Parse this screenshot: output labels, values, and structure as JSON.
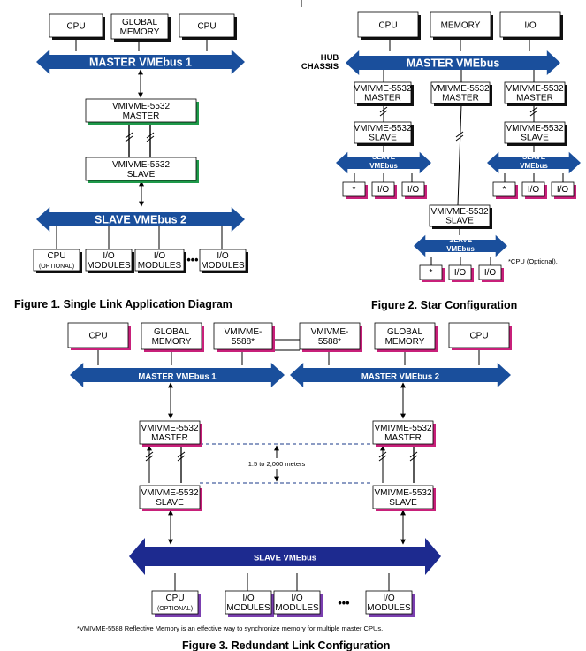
{
  "fig1": {
    "top_boxes": [
      [
        "CPU"
      ],
      [
        "GLOBAL",
        "MEMORY"
      ],
      [
        "CPU"
      ]
    ],
    "master_bus": "MASTER VMEbus 1",
    "master_card": [
      "VMIVME-5532",
      "MASTER"
    ],
    "slave_card": [
      "VMIVME-5532",
      "SLAVE"
    ],
    "slave_bus": "SLAVE VMEbus 2",
    "bottom_boxes": [
      [
        "CPU",
        "(OPTIONAL)"
      ],
      [
        "I/O",
        "MODULES"
      ],
      [
        "I/O",
        "MODULES"
      ],
      [
        "I/O",
        "MODULES"
      ]
    ],
    "ellipsis": "•••",
    "caption": "Figure 1. Single Link Application Diagram"
  },
  "fig2": {
    "top_boxes": [
      [
        "CPU"
      ],
      [
        "MEMORY"
      ],
      [
        "I/O"
      ]
    ],
    "hub_label": [
      "HUB",
      "CHASSIS"
    ],
    "master_bus": "MASTER VMEbus",
    "masters": [
      [
        "VMIVME-5532",
        "MASTER"
      ],
      [
        "VMIVME-5532",
        "MASTER"
      ],
      [
        "VMIVME-5532",
        "MASTER"
      ]
    ],
    "slaves": [
      [
        "VMIVME-5532",
        "SLAVE"
      ],
      [
        "VMIVME-5532",
        "SLAVE"
      ],
      [
        "VMIVME-5532",
        "SLAVE"
      ]
    ],
    "slave_bus": [
      "SLAVE",
      "VMEbus"
    ],
    "small_boxes": [
      "*",
      "I/O",
      "I/O"
    ],
    "note": "*CPU (Optional).",
    "caption": "Figure 2. Star Configuration"
  },
  "fig3": {
    "top_left": [
      [
        "CPU"
      ],
      [
        "GLOBAL",
        "MEMORY"
      ],
      [
        "VMIVME-",
        "5588*"
      ]
    ],
    "top_right": [
      [
        "VMIVME-",
        "5588*"
      ],
      [
        "GLOBAL",
        "MEMORY"
      ],
      [
        "CPU"
      ]
    ],
    "bus1": "MASTER VMEbus 1",
    "bus2": "MASTER VMEbus 2",
    "master_card": [
      "VMIVME-5532",
      "MASTER"
    ],
    "slave_card": [
      "VMIVME-5532",
      "SLAVE"
    ],
    "distance": "1.5 to 2,000 meters",
    "slave_bus": "SLAVE VMEbus",
    "bottom_boxes": [
      [
        "CPU",
        "(OPTIONAL)"
      ],
      [
        "I/O",
        "MODULES"
      ],
      [
        "I/O",
        "MODULES"
      ],
      [
        "I/O",
        "MODULES"
      ]
    ],
    "ellipsis": "•••",
    "footnote": "*VMIVME-5588 Reflective Memory is an effective way to synchronize memory for multiple master CPUs.",
    "caption": "Figure 3. Redundant Link Configuration"
  }
}
